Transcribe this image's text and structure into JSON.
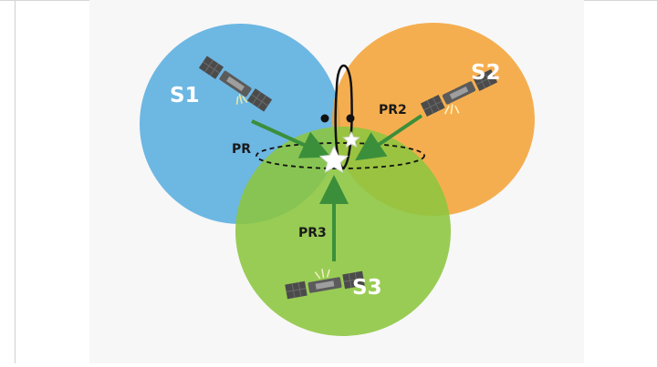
{
  "diagram": {
    "sat1_label": "S1",
    "sat2_label": "S2",
    "sat3_label": "S3",
    "pr1_label": "PR",
    "pr2_label": "PR2",
    "pr3_label": "PR3"
  },
  "colors": {
    "s1_circle": "#5aaee0",
    "s2_circle": "#f4a233",
    "s3_circle": "#8cc63f",
    "arrow": "#3b8f3b",
    "text_dark": "#1a1a1a",
    "text_light": "#ffffff"
  }
}
